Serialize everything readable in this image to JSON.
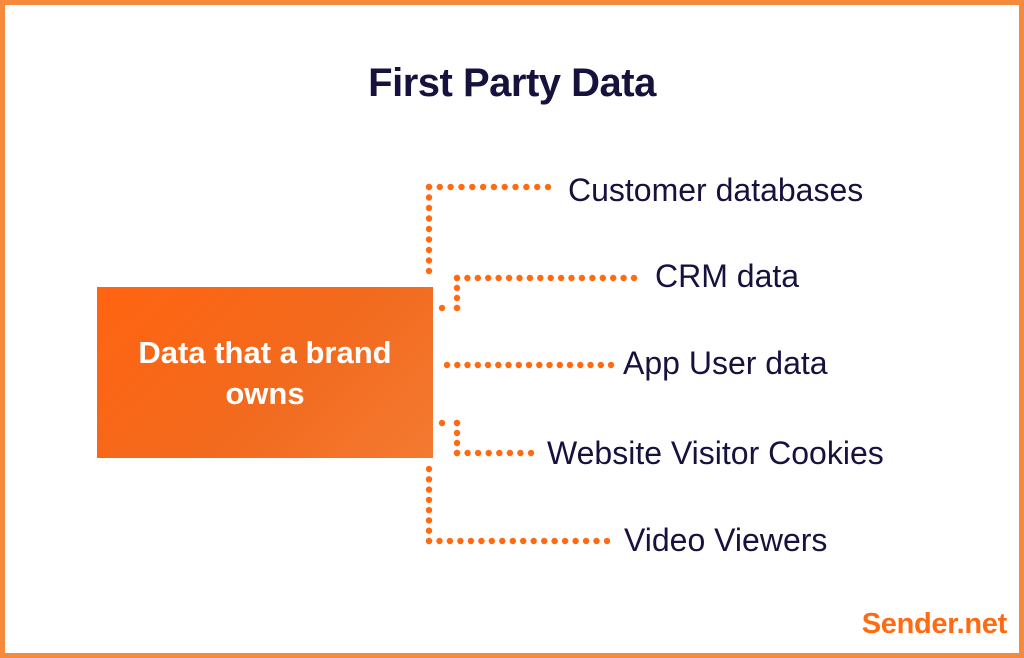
{
  "title": "First Party Data",
  "source": {
    "label": "Data that a brand owns"
  },
  "items": [
    {
      "label": "Customer databases"
    },
    {
      "label": "CRM data"
    },
    {
      "label": "App User data"
    },
    {
      "label": "Website Visitor Cookies"
    },
    {
      "label": "Video Viewers"
    }
  ],
  "brand": "Sender.net",
  "colors": {
    "accent": "#ff6a13",
    "frame": "#f58a3c",
    "text": "#16123d",
    "background": "#ffffff"
  }
}
